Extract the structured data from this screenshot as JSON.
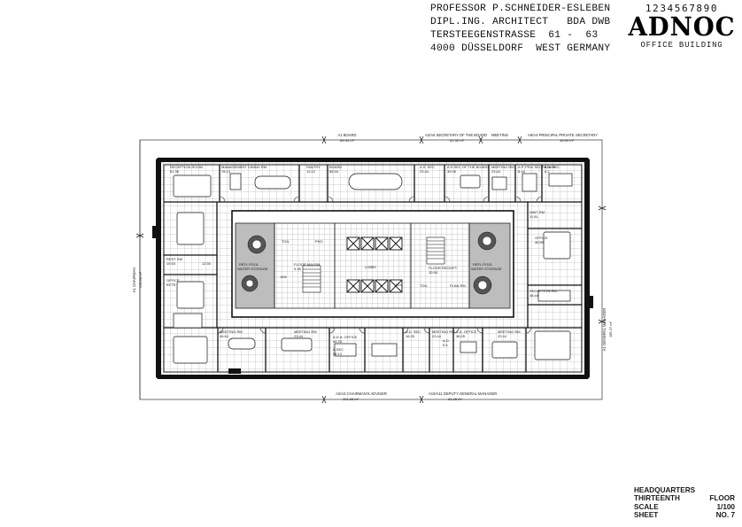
{
  "title_block": {
    "lines": [
      "PROFESSOR P.SCHNEIDER-ESLEBEN",
      "DIPL.ING. ARCHITECT   BDA DWB",
      "TERSTEEGENSTRASSE  61 -  63",
      "4000 DÜSSELDORF  WEST GERMANY"
    ],
    "digits": "1234567890",
    "brand": "ADNOC",
    "brand_subtitle": "OFFICE BUILDING"
  },
  "sheet_info": {
    "project": "HEADQUARTERS",
    "floor_label": "THIRTEENTH",
    "floor_word": "FLOOR",
    "scale_label": "SCALE",
    "scale_value": "1/100",
    "sheet_label": "SHEET",
    "sheet_value": "NO. 7"
  },
  "dimensions": {
    "top_1": "A1 BOARD",
    "top_1_value": "85.94 m²",
    "top_2": "A2/A6 SECRETARY OF THE BOARD",
    "top_2b": "MEETING",
    "top_2_value": "62.50 m²",
    "top_3": "A9/A3 PRINCIPAL PRIVATE SECRETARY",
    "top_3_value": "36.69 m²",
    "bottom_1": "A2/A3 CHAIRMAN'S ADVISER",
    "bottom_1_value": "101.98 m²",
    "bottom_2": "A10/A11 DEPUTY GENERAL MANAGER",
    "bottom_2_value": "81.25 m²",
    "left": "A1 CHAIRMAN",
    "left_value": "239.68 m²",
    "right": "A1 GENERAL MANAGER",
    "right_value": "185.37 m²"
  },
  "rooms": {
    "reception_tl": "RECEPTION ROOM",
    "reception_tl_area": "61.36",
    "management_dining": "MANAGEMENT DINING RM",
    "management_dining_area": "78.13",
    "pantry": "PANTRY",
    "pantry_area": "13.12",
    "board": "BOARD",
    "board_area": "85.94",
    "as_sec": "A.S. SEC",
    "as_sec_area": "23.44",
    "as_sec_board": "A.S SEC OF THE BOARD",
    "as_sec_board_area": "39.06",
    "meeting_top": "MEETING RM",
    "meeting_top_area": "23.44",
    "ap_priv_sec": "A.P. PRIV SECRETARY",
    "ap_priv_sec_area": "8.44",
    "as_sec_right": "A.S. SEC",
    "as_sec_right_area": "6.2",
    "wait_rm": "WAIT RM",
    "wait_rm_area": "11.81",
    "office_right": "OFFICE",
    "office_right_area": "46.69",
    "reception_right": "RECEPTION RM",
    "reception_right_area": "48.44",
    "rest_rm": "REST RM",
    "rest_rm_area": "19.53",
    "office_left": "OFFICE",
    "office_left_area": "93.75",
    "left_misc": "12.50",
    "meeting_bl": "MEETING RM",
    "meeting_bl_area": "46.64",
    "meeting_bc": "MEETING RM",
    "meeting_bc_area": "23.44",
    "ada_office": "A.D.A. OFFICE",
    "ada_office_area": "46.25",
    "asec_b": "A.SEC",
    "asec_b_area": "28.13",
    "ad_sec": "A.D. SEC",
    "ad_sec_area": "16.25",
    "meeting_bc2": "MEETING RM",
    "meeting_bc2_area": "23.44",
    "ad_b": "A.D.",
    "ad_b_area": "5.5",
    "ad_office": "A.D. OFFICE",
    "ad_office_area": "38.05",
    "meeting_br": "MEETING RM",
    "meeting_br_area": "23.44",
    "refl_pool": "REFL.POOL",
    "water_storage": "WATER STORAGE",
    "lobby": "LOBBY",
    "floor_receipt": "FLOOR RECEIPT",
    "floor_receipt_area": "10.94",
    "floor_mai_rm": "FLOOR MAI RM",
    "floor_mai_rm_area": "9.38",
    "toilet": "TOIL",
    "pho": "PHO",
    "jan": "JAN",
    "plan_rm": "PLAN RM",
    "elv": "ELV"
  }
}
